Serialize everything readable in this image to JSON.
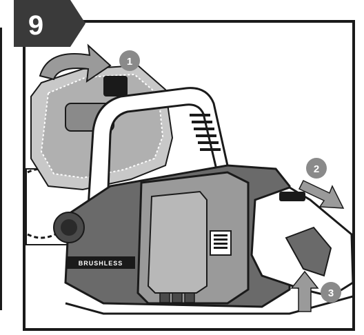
{
  "step": {
    "number": "9"
  },
  "callouts": [
    {
      "number": "1"
    },
    {
      "number": "2"
    },
    {
      "number": "3"
    }
  ],
  "brand_text": "BRUSHLESS",
  "colors": {
    "step_tab": "#3a3a3a",
    "callout_badge": "#8a8a8a",
    "arrow": "#9a9a9a",
    "outline": "#1a1a1a"
  },
  "icons": [
    "rotate-arrow-icon",
    "slide-arrow-icon",
    "up-arrow-icon"
  ]
}
